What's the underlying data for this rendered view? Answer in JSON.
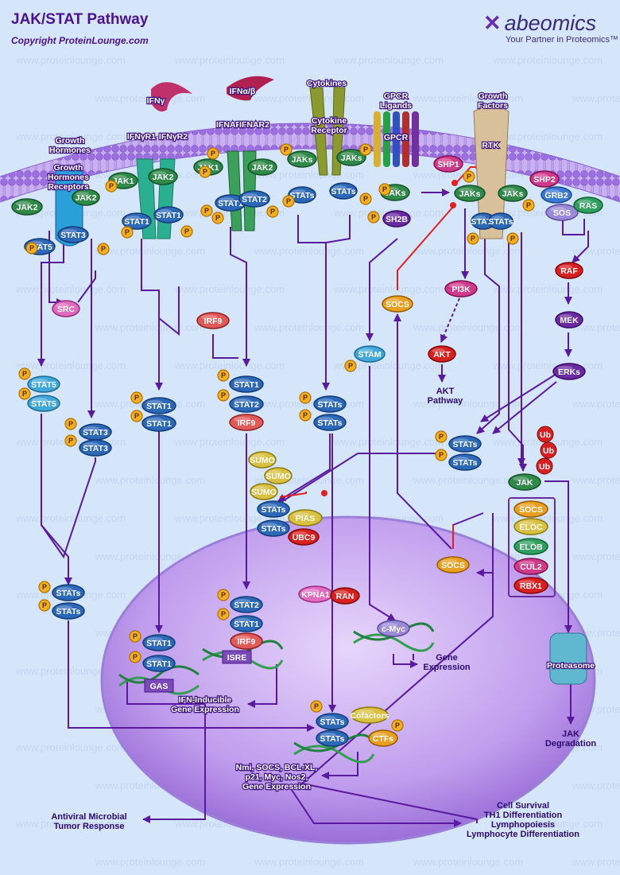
{
  "header": {
    "title": "JAK/STAT Pathway",
    "copyright": "Copyright ProteinLounge.com",
    "logo_text": "abeomics",
    "logo_tagline": "Your Partner in Proteomics™",
    "watermark": "www.proteinlounge.com"
  },
  "receptors": {
    "growth_hormones": "Growth\nHormones",
    "gh_receptors": "Growth\nHormones\nReceptors",
    "ifn_gamma": "IFNγ",
    "ifngr1": "IFNγR1",
    "ifngr2": "IFNγR2",
    "ifn_ab": "IFNα/β",
    "ifnar1": "IFNAR1",
    "ifnar2": "IFNAR2",
    "cytokines": "Cytokines",
    "cytokine_receptor": "Cytokine\nReceptor",
    "gpcr_ligands": "GPCR\nLigands",
    "gpcr": "GPCR",
    "growth_factors": "Growth\nFactors",
    "rtk": "RTK"
  },
  "nodes": {
    "jak2": "JAK2",
    "jak1": "JAK1",
    "jaks": "JAKs",
    "jak": "JAK",
    "stat1": "STAT1",
    "stat2": "STAT2",
    "stat3": "STAT3",
    "stat5": "STAT5",
    "stats": "STATs",
    "src": "SRC",
    "irf9": "IRF9",
    "stam": "STAM",
    "socs": "SOCS",
    "pi3k": "PI3K",
    "akt": "AKT",
    "shp1": "SHP1",
    "shp2": "SHP2",
    "grb2": "GRB2",
    "sos": "SOS",
    "ras": "RAS",
    "raf": "RAF",
    "mek": "MEK",
    "erks": "ERKs",
    "sh2b": "SH2B",
    "ub": "Ub",
    "sumo": "SUMO",
    "pias": "PIAS",
    "ubc9": "UBC9",
    "eloc": "ELOC",
    "elob": "ELOB",
    "cul2": "CUL2",
    "rbx1": "RBX1",
    "kpna1": "KPNA1",
    "ran": "RAN",
    "cmyc": "c-Myc",
    "isre": "ISRE",
    "gas": "GAS",
    "cofactors": "Cofactors",
    "ctfs": "CTFs",
    "p": "P"
  },
  "outputs": {
    "akt_pathway": "AKT\nPathway",
    "proteasome": "Proteasome",
    "jak_degradation": "JAK\nDegradation",
    "gene_expression": "Gene\nExpression",
    "ifn_inducible": "IFN-Inducible\nGene Expression",
    "nmi_genes": "Nmi, SOCS, BCL-XL,\np21, Myc, Nos2,\nGene Expression",
    "antiviral": "Antiviral Microbial\nTumor Response",
    "cell_survival": "Cell Survival\nTH1 Differentiation\nLymphopoiesis\nLymphocyte Differentiation"
  },
  "colors": {
    "background": "#d6e6fa",
    "membrane": "#b28ee6",
    "nucleus": "#b48ae6",
    "arrow": "#5a1aa0",
    "inhibition": "#e02020",
    "stat_blue": "#2b68b8",
    "jak_green": "#2f8a4a",
    "phospho": "#f2b020"
  }
}
